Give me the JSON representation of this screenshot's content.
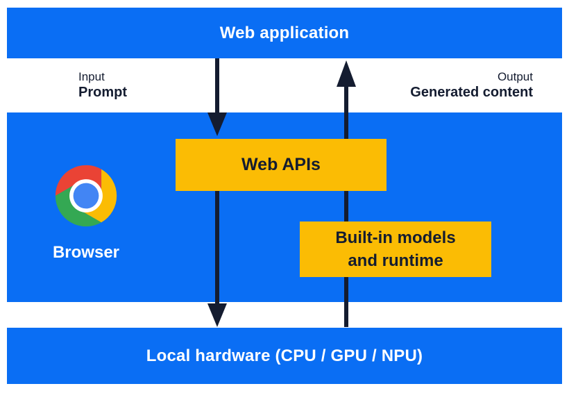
{
  "diagram": {
    "title_bar": {
      "label": "Web application"
    },
    "io": {
      "input_label": "Input",
      "input_value": "Prompt",
      "output_label": "Output",
      "output_value": "Generated content"
    },
    "browser": {
      "label": "Browser",
      "icon": "chrome-logo-icon"
    },
    "boxes": {
      "web_apis": {
        "label": "Web APIs"
      },
      "builtin": {
        "lines": [
          "Built-in models",
          "and runtime"
        ]
      }
    },
    "hardware_bar": {
      "label": "Local hardware (CPU / GPU / NPU)"
    },
    "arrows": [
      {
        "name": "prompt-flow",
        "direction": "down",
        "from": "Web application",
        "to": "Local hardware",
        "via": "Web APIs"
      },
      {
        "name": "generated-content-flow",
        "direction": "up",
        "from": "Local hardware",
        "to": "Web application",
        "via": "Built-in models and runtime"
      }
    ]
  },
  "colors": {
    "blue": "#0a6ef4",
    "yellow": "#fbbc04",
    "navy": "#141c30",
    "white": "#ffffff",
    "chrome_red": "#ea4335",
    "chrome_green": "#34a853",
    "chrome_yellow": "#fbbc04",
    "chrome_blue": "#4285f4"
  }
}
